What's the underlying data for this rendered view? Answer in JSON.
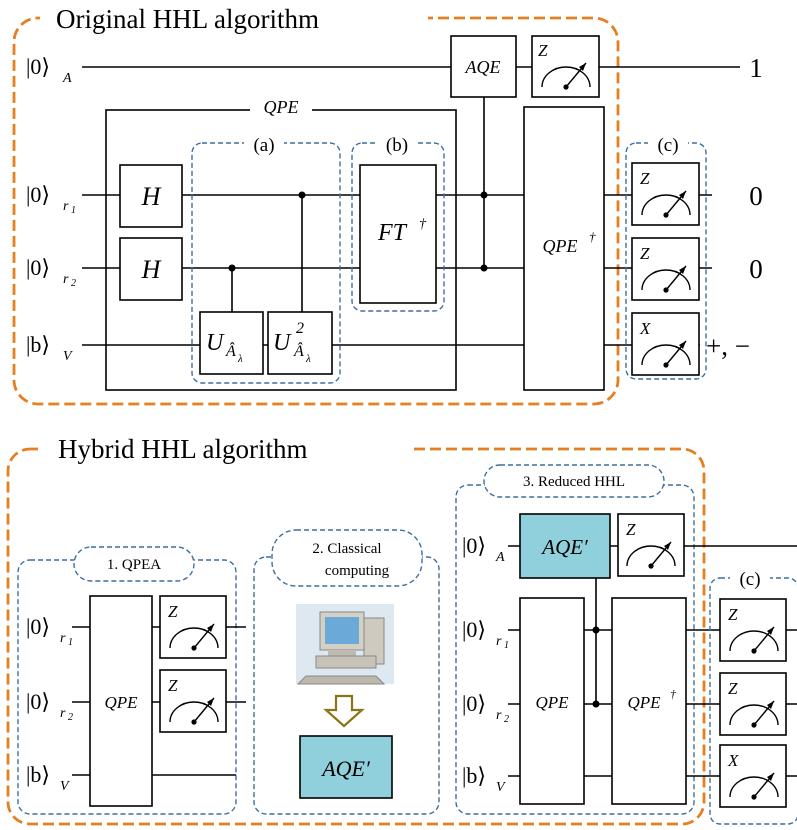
{
  "top": {
    "title": "Original HHL algorithm",
    "qubits": {
      "a": {
        "ket": "|0⟩",
        "sub": "A"
      },
      "r1": {
        "ket": "|0⟩",
        "sub": "r",
        "idx": "1"
      },
      "r2": {
        "ket": "|0⟩",
        "sub": "r",
        "idx": "2"
      },
      "v": {
        "ket": "|b⟩",
        "sub": "V"
      }
    },
    "gates": {
      "h": "H",
      "u_main": "U",
      "u_sub": "Â",
      "u_subsub": "λ",
      "u_sup": "2",
      "ft": "FT",
      "dagger": "†",
      "qpe": "QPE",
      "qpe_dag": "QPE",
      "aqe": "AQE"
    },
    "meters": {
      "a": "Z",
      "r1": "Z",
      "r2": "Z",
      "v": "X"
    },
    "outputs": {
      "a": "1",
      "r1": "0",
      "r2": "0",
      "v": "+, −"
    },
    "labels": {
      "a": "(a)",
      "b": "(b)",
      "c": "(c)"
    }
  },
  "bottom": {
    "title": "Hybrid HHL algorithm",
    "step1": "1. QPEA",
    "step2_line1": "2. Classical",
    "step2_line2": "computing",
    "step3": "3. Reduced HHL",
    "aqe_prime": "AQE′",
    "qpe": "QPE",
    "qpe_dag": "QPE",
    "dagger": "†",
    "label_c": "(c)",
    "meters": {
      "a": "Z",
      "r1": "Z",
      "r2": "Z",
      "v": "X"
    },
    "qpea_meters": {
      "r1": "Z",
      "r2": "Z"
    }
  },
  "icons": [
    "computer-icon",
    "down-arrow-icon",
    "meter-icon"
  ],
  "colors": {
    "orange": "#e67e22",
    "blue": "#3e6f9f",
    "cyan": "#8fd0dc"
  }
}
